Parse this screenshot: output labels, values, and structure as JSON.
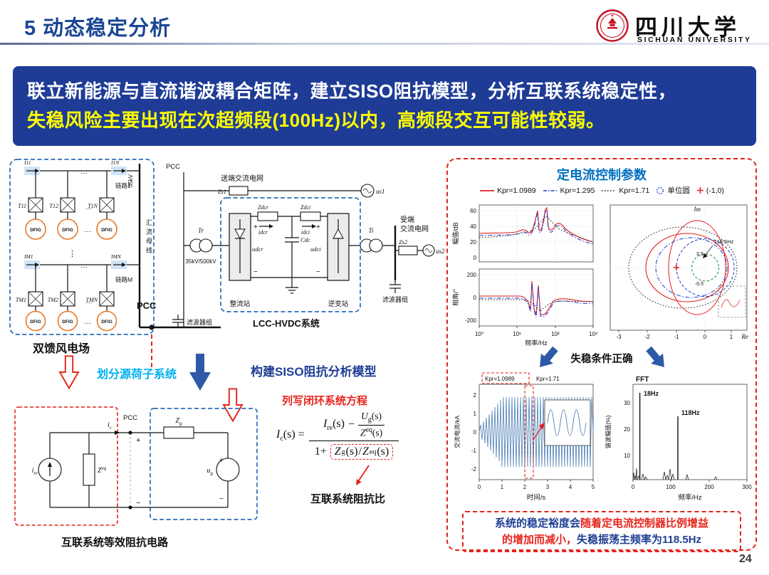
{
  "header": {
    "title": "5 动态稳定分析",
    "logo_cn": "四川大学",
    "logo_en": "SICHUAN UNIVERSITY"
  },
  "banner": {
    "line1": "联立新能源与直流谐波耦合矩阵，建立SISO阻抗模型，分析互联系统稳定性，",
    "line2": "失稳风险主要出现在次超频段(100Hz)以内，高频段交互可能性较弱。"
  },
  "wind_farm": {
    "caption": "双馈风电场",
    "kv": "35kV",
    "bus_chars": [
      "汇",
      "流",
      "母",
      "线"
    ],
    "link1": "链路1",
    "linkM": "链路M",
    "i11": "I11",
    "i1N": "I1N",
    "iM1": "IM1",
    "iMN": "IMN",
    "t11": "T11",
    "t12": "T12",
    "t1N": "T1N",
    "tM1": "TM1",
    "tM2": "TM2",
    "tMN": "TMN",
    "dfig": "DFIG",
    "hdots": "…",
    "vdots": "⋮"
  },
  "hvdc": {
    "pcc_top": "PCC",
    "send_grid": "送端交流电网",
    "zs1": "Zs1",
    "us1": "us1",
    "tr": "Tr",
    "ratio": "35kV/500kV",
    "zdcr": "Zdcr",
    "idcr": "idcr",
    "udcr": "udcr",
    "cdc": "Cdc",
    "zdci": "Zdci",
    "idci": "idci",
    "udci": "udci",
    "plus": "+",
    "minus": "−",
    "rectifier": "整流站",
    "inverter": "逆变站",
    "ti": "Ti",
    "recv_grid_1": "受端",
    "recv_grid_2": "交流电网",
    "zs2": "Zs2",
    "us2": "us2",
    "filter_right": "滤波器组",
    "filter_left": "滤波器组",
    "pcc_main": "PCC",
    "system": "LCC-HVDC系统"
  },
  "flow": {
    "step1": "划分源荷子系统",
    "step2": "构建SISO阻抗分析模型"
  },
  "formula": {
    "heading": "列写闭环系统方程",
    "lhs_sym": "I",
    "lhs_sub": "c",
    "arg": "(s)",
    "eq": "=",
    "num_sym": "I",
    "num_sub": "re",
    "minus": "−",
    "u_sym": "U",
    "u_sub": "g",
    "z_sym": "Z",
    "z_sup": "eq",
    "one_plus": "1+",
    "zg_sym": "Z",
    "zg_sub": "g",
    "slash": "/",
    "ratio_label": "互联系统阻抗比"
  },
  "eq_circuit": {
    "i_sym": "i",
    "re_sub": "re",
    "c_sub": "c",
    "z_sym": "Z",
    "eq_sup": "eq",
    "g_sub": "g",
    "u_sym": "u",
    "pcc": "PCC",
    "plus": "+",
    "minus": "−",
    "caption": "互联系统等效阻抗电路"
  },
  "panel": {
    "title": "定电流控制参数",
    "legend": {
      "k1": "Kpr=1.0989",
      "k2": "Kpr=1.295",
      "k3": "Kpr=1.71",
      "unit_circle": "单位圆",
      "point": "(-1,0)"
    },
    "bode": {
      "ylabel_mag": "幅值/dB",
      "mag_ticks": [
        "60",
        "40",
        "20",
        "0"
      ],
      "ylabel_phase": "相角/°",
      "phase_ticks": [
        "200",
        "0",
        "-200"
      ],
      "x_ticks": [
        "10⁰",
        "10¹",
        "10²",
        "10³"
      ],
      "xlabel": "频率/Hz"
    },
    "nyquist": {
      "im": "Im",
      "re": "Re",
      "x_ticks": [
        "-3",
        "-2",
        "-1",
        "0",
        "1"
      ],
      "y_tick_pos": "0.5",
      "y_tick_neg": "-0.5",
      "freq_note": "118.5Hz"
    },
    "condition": "失稳条件正确",
    "time": {
      "legend1": "Kpr=1.0989",
      "legend2": "Kpr=1.71",
      "ylabel": "交流电流/kA",
      "y_ticks": [
        "2",
        "1",
        "0",
        "-1",
        "-2"
      ],
      "x_ticks": [
        "0",
        "1",
        "2",
        "3",
        "4",
        "5"
      ],
      "xlabel": "时间/s"
    },
    "fft": {
      "tag": "FFT",
      "peak1": "18Hz",
      "peak2": "118Hz",
      "ylabel": "谐波幅值(%)",
      "y_ticks": [
        "30",
        "20",
        "10"
      ],
      "x_ticks": [
        "0",
        "100",
        "200",
        "300"
      ],
      "xlabel": "频率/Hz"
    },
    "conclusion": {
      "p1": "系统的稳定裕度会",
      "p2": "随着定电流控制器比例增益",
      "p3": "的增加而减小，",
      "p4": "失稳振荡主频率为118.5Hz"
    }
  },
  "page_number": "24"
}
